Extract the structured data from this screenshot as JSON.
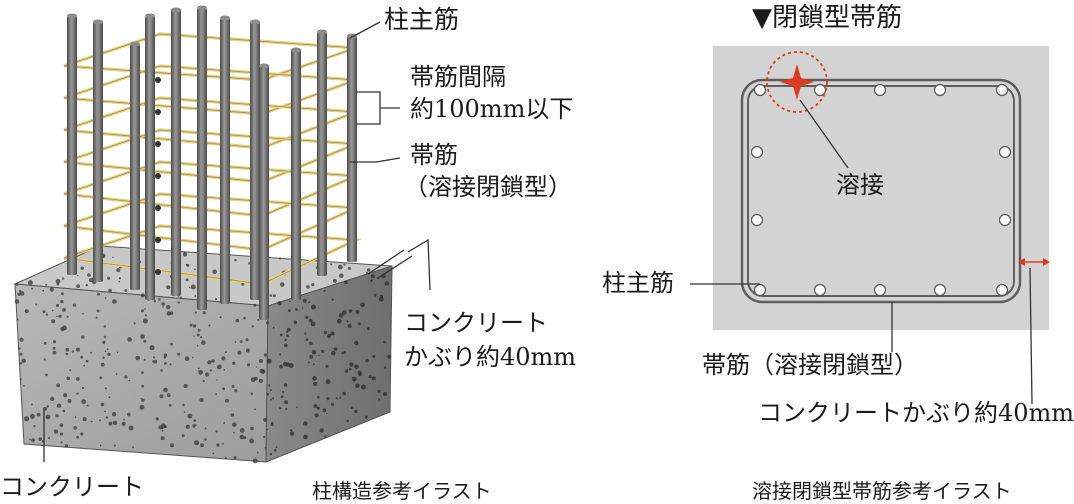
{
  "left": {
    "label_main_rebar": "柱主筋",
    "label_hoop_spacing_1": "帯筋間隔",
    "label_hoop_spacing_2": "約100mm以下",
    "label_hoop_1": "帯筋",
    "label_hoop_2": "（溶接閉鎖型）",
    "label_cover_1": "コンクリート",
    "label_cover_2": "かぶり約40mm",
    "label_concrete": "コンクリート",
    "caption": "柱構造参考イラスト"
  },
  "right": {
    "title_marker": "▼",
    "title": "閉鎖型帯筋",
    "label_weld": "溶接",
    "label_main_rebar": "柱主筋",
    "label_hoop": "帯筋（溶接閉鎖型）",
    "label_cover": "コンクリートかぶり約40mm",
    "caption": "溶接閉鎖型帯筋参考イラスト"
  },
  "colors": {
    "concrete": "#b9b9b9",
    "concrete_dark": "#8e8e8e",
    "rebar": "#6e6e6e",
    "hoop": "#e4cf83",
    "section_bg": "#d3d3d3",
    "weld": "#e03a1e"
  }
}
